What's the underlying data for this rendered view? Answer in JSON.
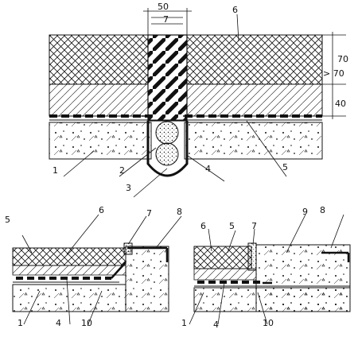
{
  "top_figure": {
    "dimensions": {
      "joint_width": "50",
      "joint_center": "7",
      "layer_upper": "70",
      "layer_gap": "> 70",
      "layer_lower": "40"
    },
    "labels": [
      "1",
      "2",
      "3",
      "4",
      "5",
      "6"
    ]
  },
  "bottom_left_figure": {
    "labels_top": [
      "5",
      "6",
      "7",
      "8"
    ],
    "labels_bottom": [
      "1",
      "4",
      "10"
    ]
  },
  "bottom_right_figure": {
    "labels_top": [
      "6",
      "5",
      "7",
      "9",
      "8"
    ],
    "labels_bottom": [
      "1",
      "4",
      "10"
    ]
  },
  "colors": {
    "ink": "#111111",
    "paper": "#ffffff"
  }
}
